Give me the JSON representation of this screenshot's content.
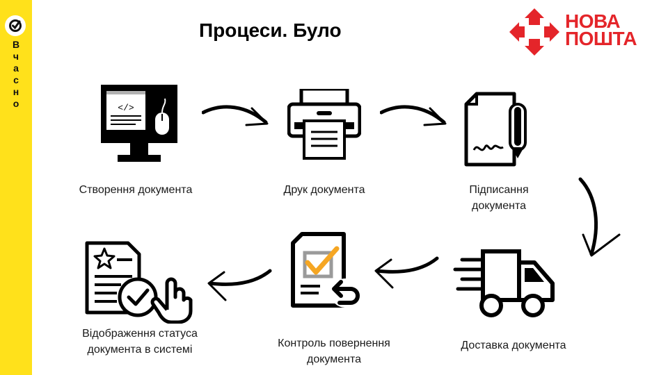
{
  "brand": {
    "name_letters": [
      "В",
      "ч",
      "а",
      "с",
      "н",
      "о"
    ],
    "color": "#FFE11B"
  },
  "title": "Процеси. Було",
  "partner_logo": {
    "line1": "НОВА",
    "line2": "ПОШТА",
    "color": "#E4252A"
  },
  "steps": [
    {
      "icon": "computer-code-icon",
      "label": "Створення документа"
    },
    {
      "icon": "printer-icon",
      "label": "Друк документа"
    },
    {
      "icon": "document-signing-icon",
      "label": "Підписання документа"
    },
    {
      "icon": "delivery-truck-icon",
      "label": "Доставка документа"
    },
    {
      "icon": "checklist-return-icon",
      "label": "Контроль повернення документа"
    },
    {
      "icon": "certificate-check-icon",
      "label": "Відображення статуса документа в системі"
    }
  ]
}
